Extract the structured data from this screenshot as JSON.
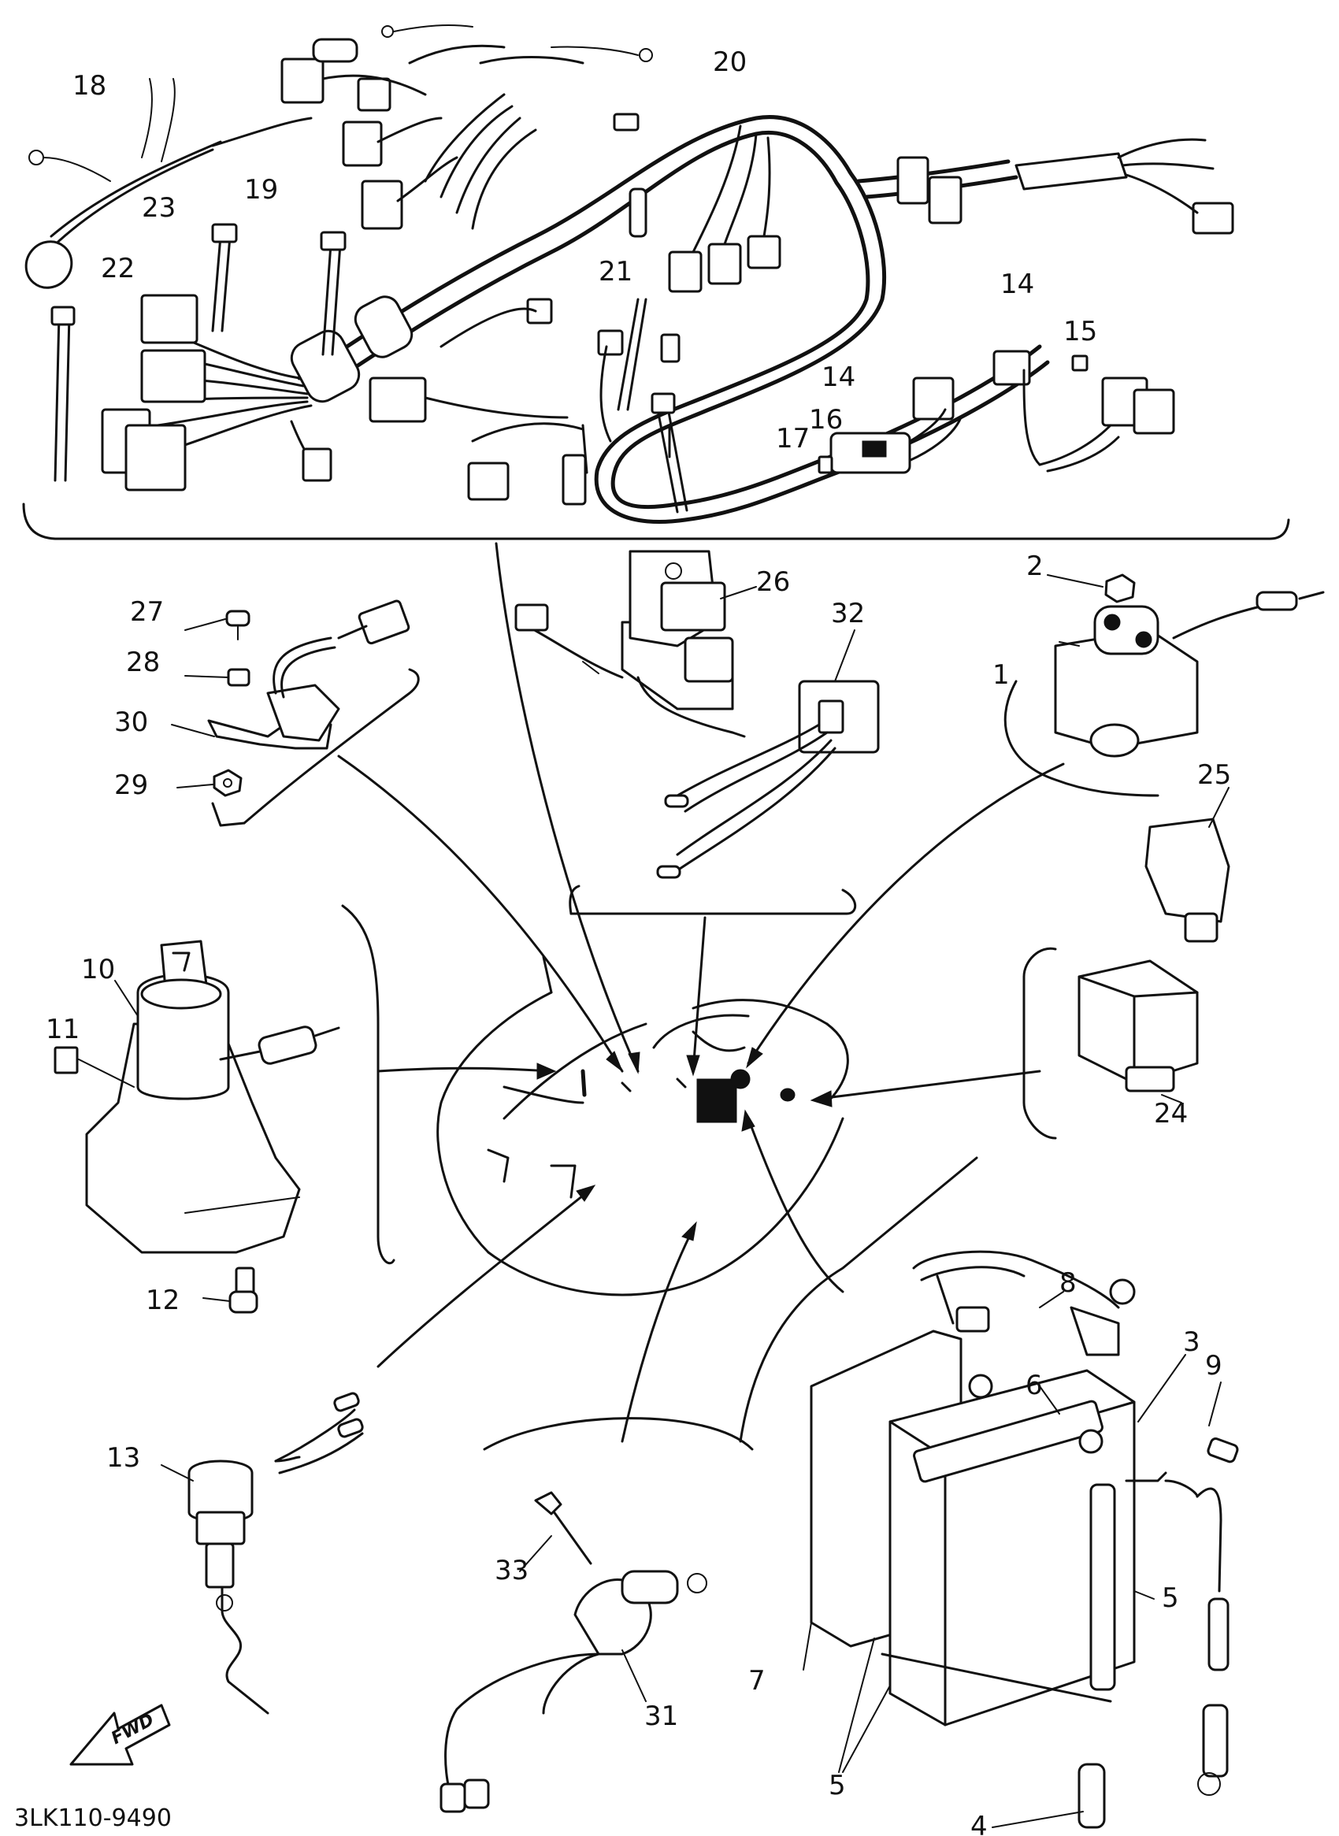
{
  "diagram": {
    "catalog_code": "3LK110-9490",
    "direction_badge": "FWD",
    "callouts": {
      "c1": "1",
      "c2": "2",
      "c3": "3",
      "c4": "4",
      "c5a": "5",
      "c5b": "5",
      "c6": "6",
      "c7": "7",
      "c8": "8",
      "c9": "9",
      "c10": "10",
      "c11": "11",
      "c12": "12",
      "c13": "13",
      "c14a": "14",
      "c14b": "14",
      "c15": "15",
      "c16": "16",
      "c17": "17",
      "c18": "18",
      "c19": "19",
      "c20": "20",
      "c21": "21",
      "c22": "22",
      "c23": "23",
      "c24": "24",
      "c25": "25",
      "c26": "26",
      "c27": "27",
      "c28": "28",
      "c29": "29",
      "c30": "30",
      "c31": "31",
      "c32": "32",
      "c33": "33"
    }
  }
}
